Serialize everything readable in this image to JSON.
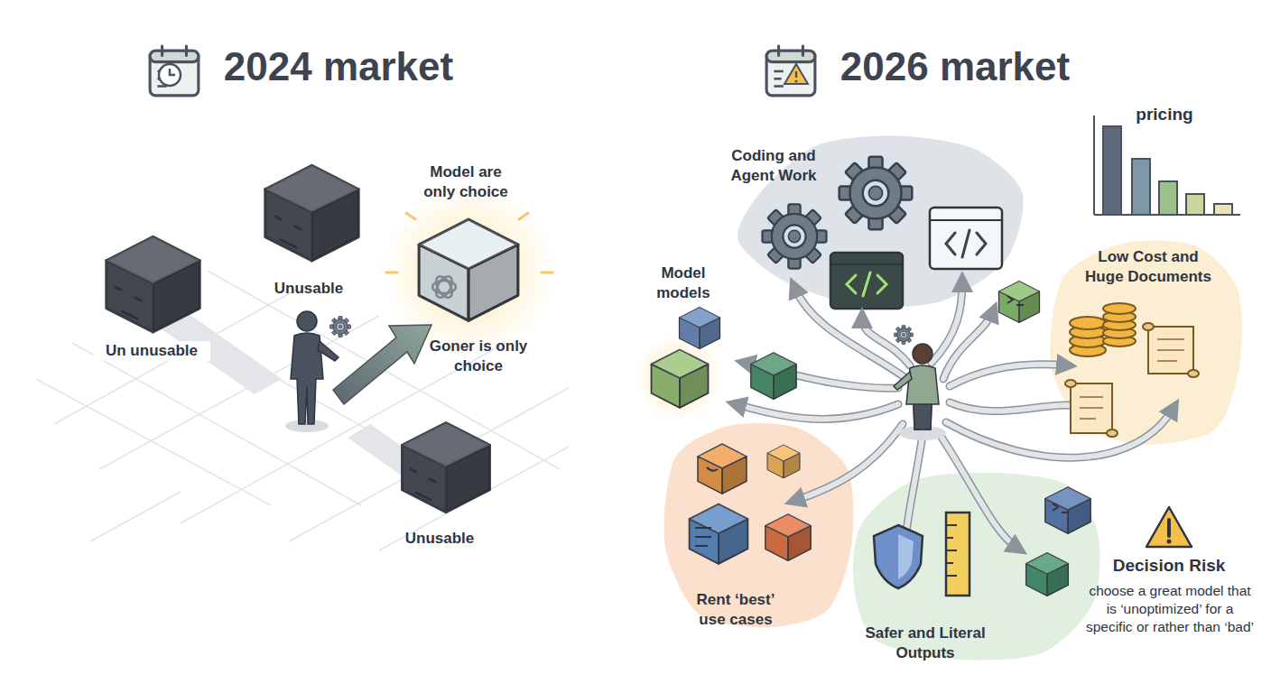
{
  "diagram": {
    "nodes": [
      {
        "text": [
          "Coding and Agent Work"
        ]
      },
      {
        "text": [
          "Low Cost and Huge Documents"
        ]
      },
      {
        "text": [
          "Rent ‘best’ use cases"
        ]
      },
      {
        "text": [
          "Safer and Literal Outputs"
        ]
      }
    ],
    "labels": [
      "2024 market",
      "Model are only choice",
      "Unusable",
      "Un unusable",
      "Goner is only choice",
      "Unusable",
      "2026 market",
      "pricing",
      "Model models",
      "Decision Risk",
      "choose a great model that is ‘unoptimized’ for a specific or rather than ‘bad’"
    ]
  }
}
